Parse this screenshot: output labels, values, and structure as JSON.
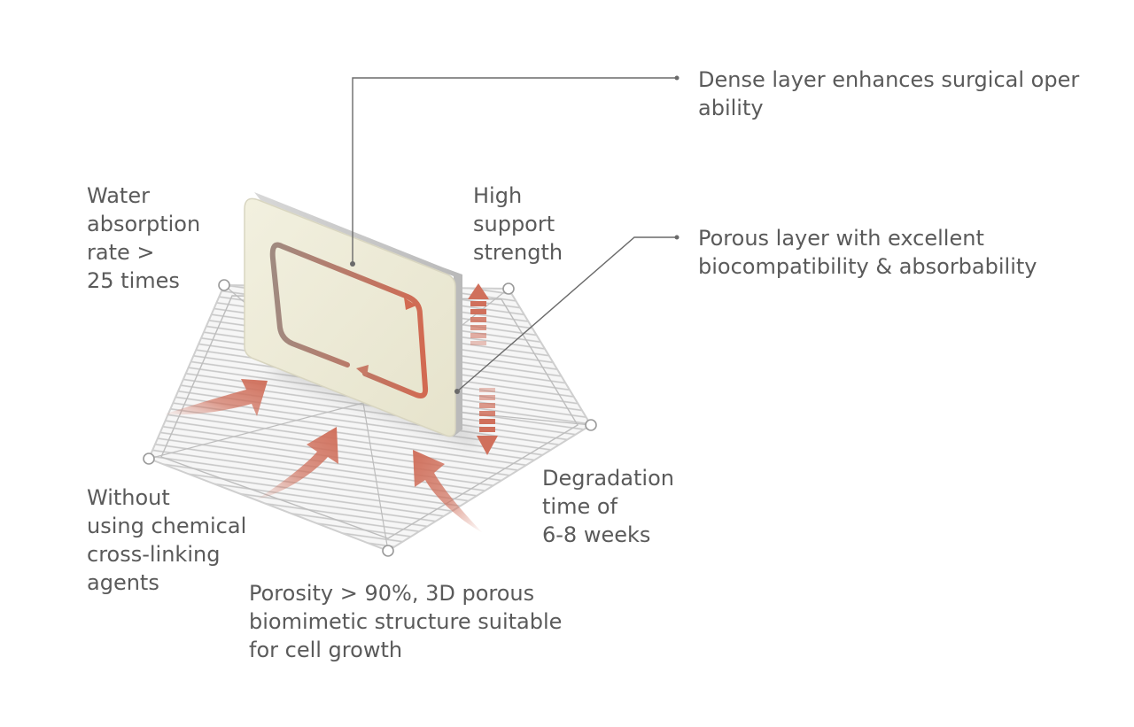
{
  "labels": {
    "dense_layer": [
      "Dense layer enhances surgical oper",
      "ability"
    ],
    "porous_layer": [
      "Porous layer with excellent",
      "biocompatibility & absorbability"
    ],
    "water_absorption": [
      "Water",
      "absorption",
      "rate >",
      "25 times"
    ],
    "support_strength": [
      "High",
      "support",
      "strength"
    ],
    "degradation": [
      "Degradation",
      "time of",
      "6-8 weeks"
    ],
    "no_chemical": [
      "Without",
      "using chemical",
      "cross-linking",
      "agents"
    ],
    "porosity": [
      "Porosity > 90%, 3D porous",
      "biomimetic structure suitable",
      "for cell growth"
    ]
  },
  "colors": {
    "accent": "#d0705c",
    "leader_line": "#666666",
    "text": "#5a5a5a",
    "pad_face": "#ecead6",
    "pad_edge": "#c8c8c8"
  }
}
